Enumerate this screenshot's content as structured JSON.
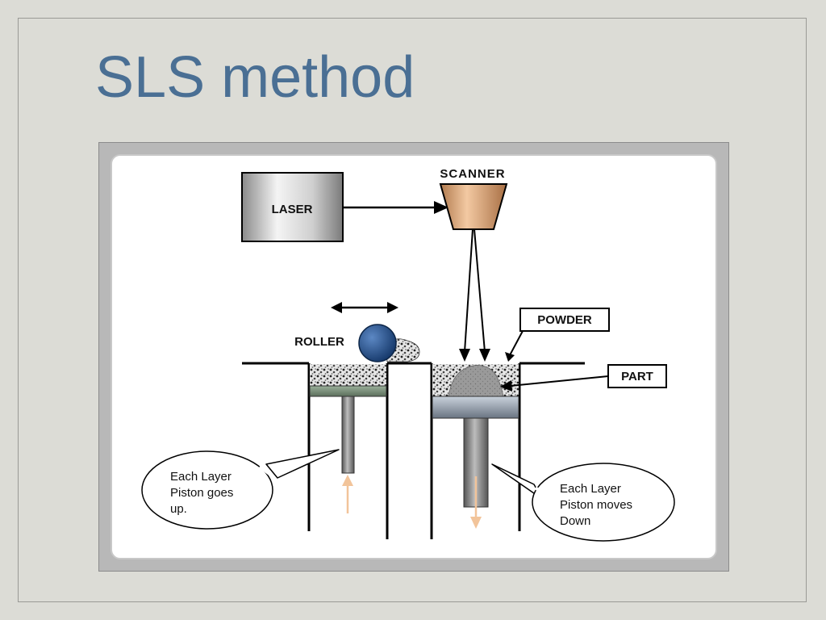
{
  "slide": {
    "title": "SLS method"
  },
  "diagram": {
    "labels": {
      "laser": "LASER",
      "scanner": "SCANNER",
      "roller": "ROLLER",
      "powder": "POWDER",
      "part": "PART"
    },
    "callouts": {
      "left": [
        "Each Layer",
        "Piston goes",
        "up."
      ],
      "right": [
        "Each Layer",
        "Piston moves",
        "Down"
      ]
    },
    "colors": {
      "title": "#4a6f94",
      "roller": "#1f4a80",
      "scanner": "#d9a578",
      "feed_arrow": "#f2c49a"
    }
  }
}
